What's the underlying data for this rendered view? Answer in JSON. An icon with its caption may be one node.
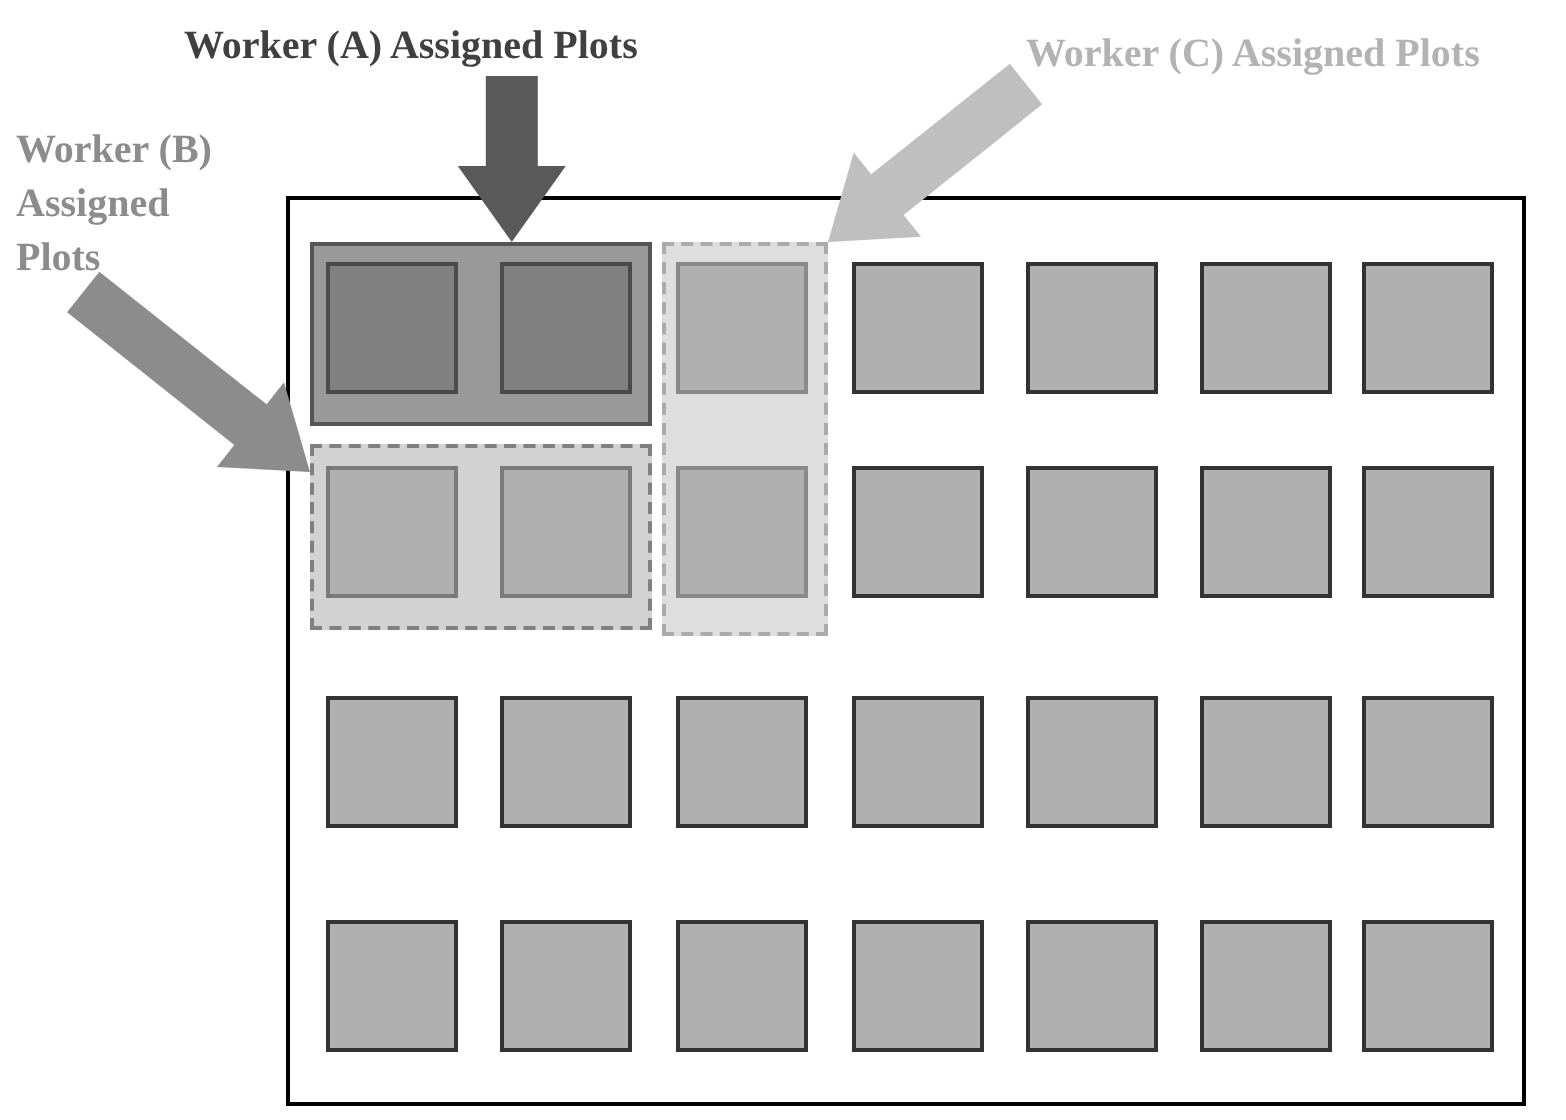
{
  "diagram": {
    "nodes": [
      {
        "text": [
          "Worker (A) Assigned Plots"
        ]
      },
      {
        "text": [
          "Worker (C) Assigned Plots"
        ]
      },
      {
        "text": [
          "Worker (B) Assigned Plots"
        ]
      },
      {
        "text": [],
        "shape": "box"
      },
      {
        "text": [],
        "shape": "box",
        "in": 3
      },
      {
        "text": [],
        "shape": "box",
        "in": 4
      },
      {
        "text": [],
        "shape": "box",
        "in": 4
      },
      {
        "text": [],
        "shape": "box",
        "in": 3
      },
      {
        "text": [],
        "shape": "box",
        "in": 7
      },
      {
        "text": [],
        "shape": "box",
        "in": 7
      },
      {
        "text": [],
        "shape": "box",
        "in": 3
      },
      {
        "text": [],
        "shape": "box",
        "in": 10
      },
      {
        "text": [],
        "shape": "box",
        "in": 10
      },
      {
        "text": [],
        "shape": "box",
        "in": 3
      },
      {
        "text": [],
        "shape": "box",
        "in": 3
      },
      {
        "text": [],
        "shape": "box",
        "in": 3
      },
      {
        "text": [],
        "shape": "box",
        "in": 3
      },
      {
        "text": [],
        "shape": "box",
        "in": 3
      },
      {
        "text": [],
        "shape": "box",
        "in": 3
      },
      {
        "text": [],
        "shape": "box",
        "in": 3
      },
      {
        "text": [],
        "shape": "box",
        "in": 3
      },
      {
        "text": [],
        "shape": "box",
        "in": 3
      },
      {
        "text": [],
        "shape": "box",
        "in": 3
      },
      {
        "text": [],
        "shape": "box",
        "in": 3
      },
      {
        "text": [],
        "shape": "box",
        "in": 3
      },
      {
        "text": [],
        "shape": "box",
        "in": 3
      },
      {
        "text": [],
        "shape": "box",
        "in": 3
      },
      {
        "text": [],
        "shape": "box",
        "in": 3
      },
      {
        "text": [],
        "shape": "box",
        "in": 3
      },
      {
        "text": [],
        "shape": "box",
        "in": 3
      },
      {
        "text": [],
        "shape": "box",
        "in": 3
      },
      {
        "text": [],
        "shape": "box",
        "in": 3
      },
      {
        "text": [],
        "shape": "box",
        "in": 3
      },
      {
        "text": [],
        "shape": "box",
        "in": 3
      },
      {
        "text": [],
        "shape": "box",
        "in": 3
      }
    ],
    "edges": [
      {
        "from": 0,
        "to": 4,
        "arrow": "to",
        "style": "thick",
        "color": "#595959"
      },
      {
        "from": 1,
        "to": 7,
        "arrow": "to",
        "style": "thick",
        "color": "#bfbfbf"
      },
      {
        "from": 2,
        "to": 10,
        "arrow": "to",
        "style": "thick",
        "color": "#8c8c8c"
      }
    ]
  }
}
